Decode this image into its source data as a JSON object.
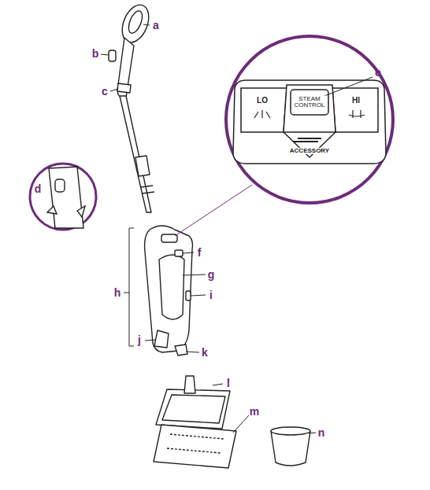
{
  "diagram": {
    "labels": [
      "a",
      "b",
      "c",
      "d",
      "e",
      "f",
      "g",
      "h",
      "i",
      "j",
      "k",
      "l",
      "m",
      "n",
      "LO",
      "HI",
      "STEAM CONTROL",
      "ACCESSORY"
    ]
  }
}
